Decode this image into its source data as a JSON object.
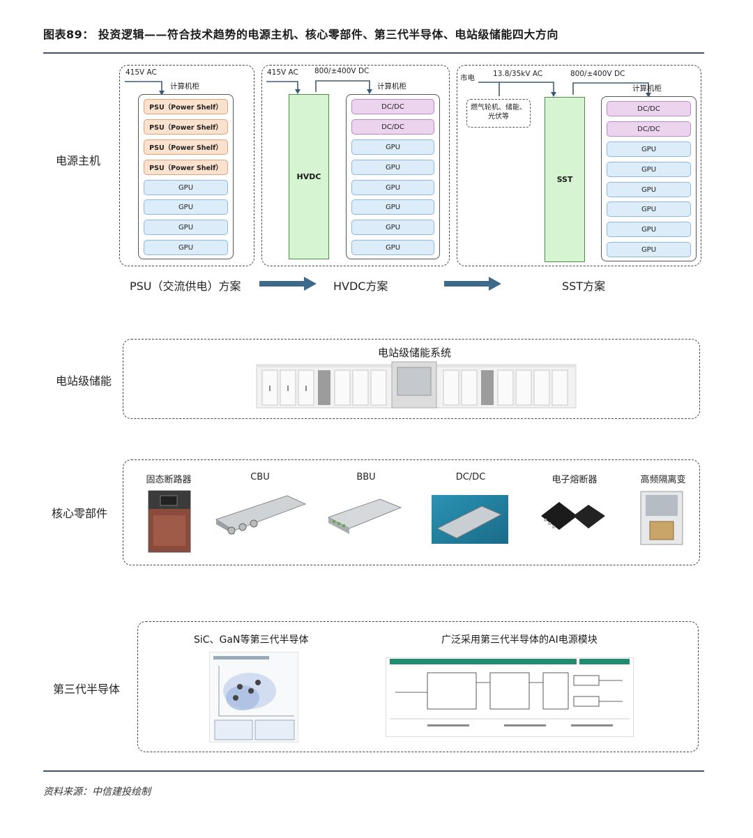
{
  "title": "图表89：  投资逻辑——符合技术趋势的电源主机、核心零部件、第三代半导体、电站级储能四大方向",
  "rows": {
    "power_host": "电源主机",
    "storage": "电站级储能",
    "components": "核心零部件",
    "semiconductor": "第三代半导体"
  },
  "psu_scheme": {
    "input": "415V AC",
    "cabinet": "计算机柜",
    "psu_label": "PSU（Power Shelf）",
    "gpu_label": "GPU",
    "caption": "PSU（交流供电）方案"
  },
  "hvdc_scheme": {
    "input": "415V AC",
    "bus": "800/±400V DC",
    "cabinet": "计算机柜",
    "block": "HVDC",
    "dcdc_label": "DC/DC",
    "gpu_label": "GPU",
    "caption": "HVDC方案"
  },
  "sst_scheme": {
    "grid": "市电",
    "input": "13.8/35kV AC",
    "bus": "800/±400V DC",
    "cabinet": "计算机柜",
    "alt_sources": "燃气轮机、储能、光伏等",
    "block": "SST",
    "dcdc_label": "DC/DC",
    "gpu_label": "GPU",
    "caption": "SST方案"
  },
  "storage_section": {
    "title": "电站级储能系统"
  },
  "parts": [
    "固态断路器",
    "CBU",
    "BBU",
    "DC/DC",
    "电子熔断器",
    "高频隔离变"
  ],
  "semi": {
    "left_title": "SiC、GaN等第三代半导体",
    "right_title": "广泛采用第三代半导体的AI电源模块"
  },
  "source": "资料来源：中信建投绘制",
  "colors": {
    "rule": "#3b5670",
    "arrow": "#3d6a8a"
  }
}
